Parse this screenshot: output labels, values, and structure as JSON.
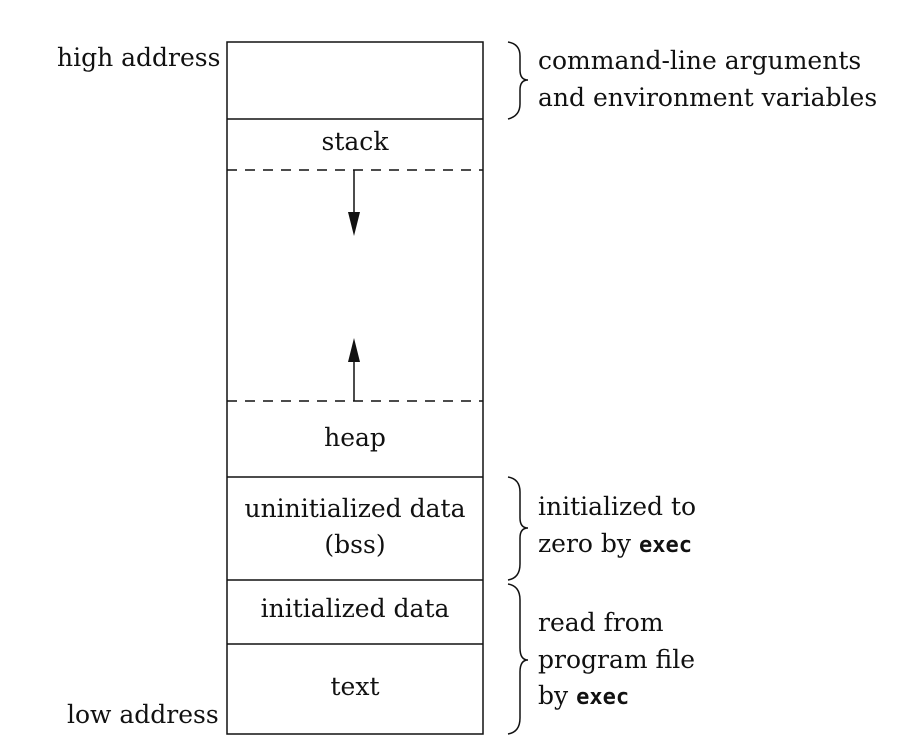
{
  "labels": {
    "high_address": "high address",
    "low_address": "low address"
  },
  "segments": {
    "stack": "stack",
    "heap": "heap",
    "bss_line1": "uninitialized data",
    "bss_line2": "(bss)",
    "initialized_data": "initialized data",
    "text": "text"
  },
  "annotations": {
    "args_line1": "command-line arguments",
    "args_line2": "and environment variables",
    "bss_note_line1": "initialized to",
    "bss_note_line2_prefix": "zero by ",
    "bss_note_line2_code": "exec",
    "read_line1": "read from",
    "read_line2": "program file",
    "read_line3_prefix": "by ",
    "read_line3_code": "exec"
  }
}
